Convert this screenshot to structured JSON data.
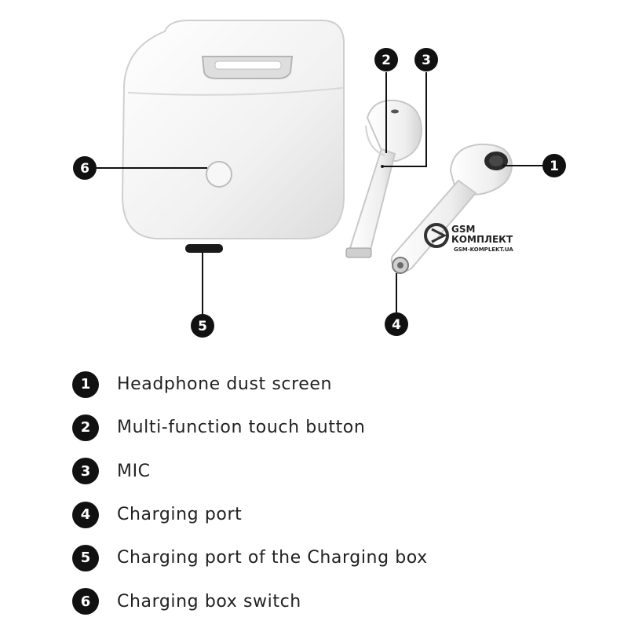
{
  "callouts": [
    {
      "number": "1",
      "label": "Headphone dust screen"
    },
    {
      "number": "2",
      "label": "Multi-function touch button"
    },
    {
      "number": "3",
      "label": "MIC"
    },
    {
      "number": "4",
      "label": "Charging port"
    },
    {
      "number": "5",
      "label": "Charging port of the Charging box"
    },
    {
      "number": "6",
      "label": "Charging box switch"
    }
  ],
  "watermark": {
    "line1": "GSM",
    "line2": "КОМПЛЕКТ",
    "line3": "GSM-KOMPLEKT.UA"
  },
  "colors": {
    "badge": "#111111",
    "product": "#f2f2f2",
    "line": "#111111"
  }
}
